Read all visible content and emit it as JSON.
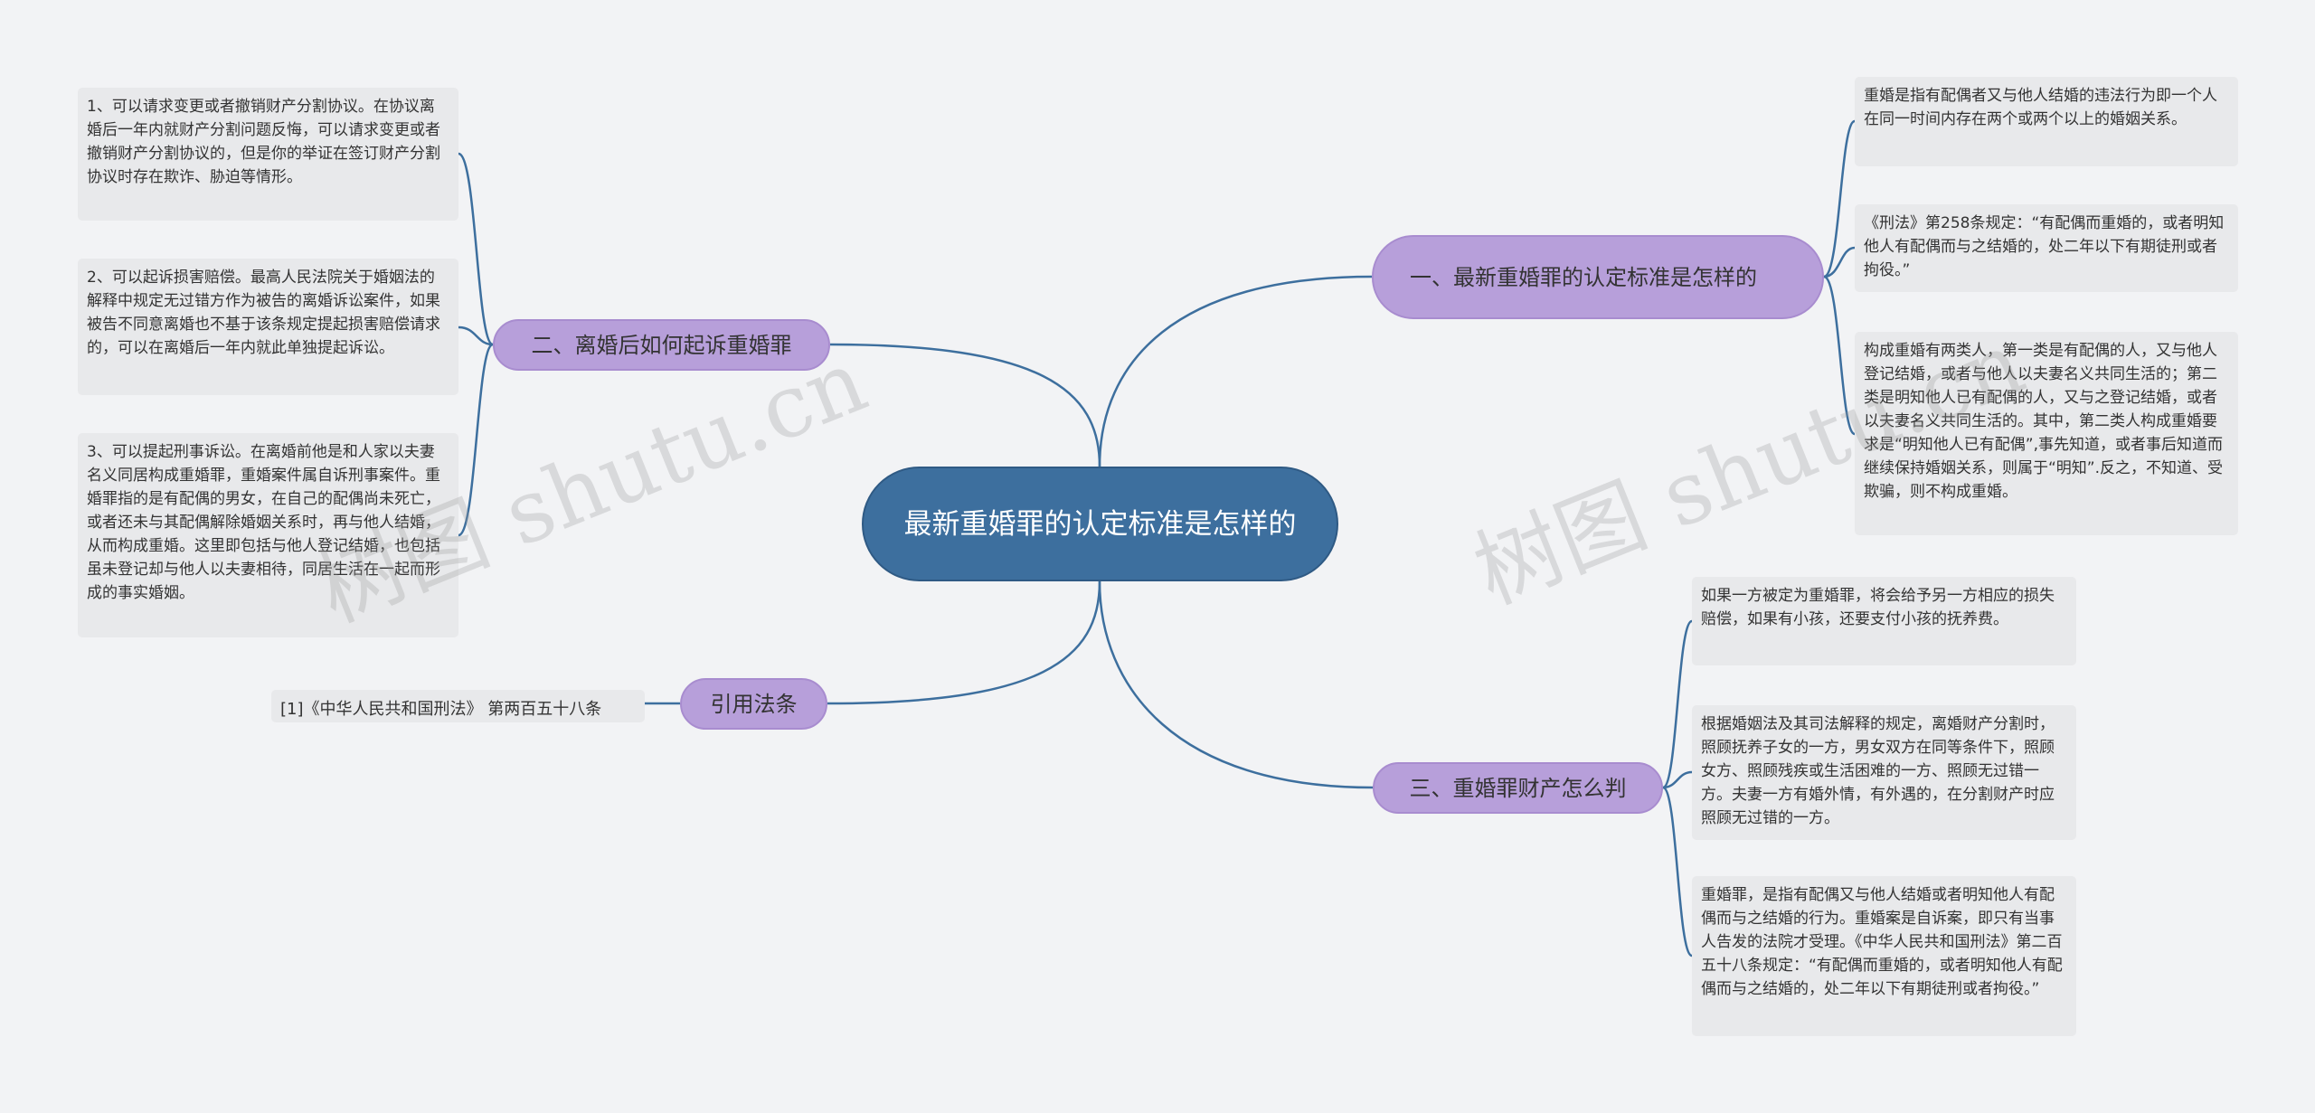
{
  "root": {
    "title": "最新重婚罪的认定标准是怎样的"
  },
  "branches": [
    {
      "label": "一、最新重婚罪的认定标准是怎样的",
      "leaves": [
        "重婚是指有配偶者又与他人结婚的违法行为即一个人在同一时间内存在两个或两个以上的婚姻关系。",
        "《刑法》第258条规定：“有配偶而重婚的，或者明知他人有配偶而与之结婚的，处二年以下有期徒刑或者拘役。”",
        "构成重婚有两类人，第一类是有配偶的人，又与他人登记结婚，或者与他人以夫妻名义共同生活的；第二类是明知他人已有配偶的人，又与之登记结婚，或者以夫妻名义共同生活的。其中，第二类人构成重婚要求是“明知他人已有配偶”,事先知道，或者事后知道而继续保持婚姻关系，则属于“明知”.反之，不知道、受欺骗，则不构成重婚。"
      ]
    },
    {
      "label": "二、离婚后如何起诉重婚罪",
      "leaves": [
        "1、可以请求变更或者撤销财产分割协议。在协议离婚后一年内就财产分割问题反悔，可以请求变更或者撤销财产分割协议的，但是你的举证在签订财产分割协议时存在欺诈、胁迫等情形。",
        "2、可以起诉损害赔偿。最高人民法院关于婚姻法的解释中规定无过错方作为被告的离婚诉讼案件，如果被告不同意离婚也不基于该条规定提起损害赔偿请求的，可以在离婚后一年内就此单独提起诉讼。",
        "3、可以提起刑事诉讼。在离婚前他是和人家以夫妻名义同居构成重婚罪，重婚案件属自诉刑事案件。重婚罪指的是有配偶的男女，在自己的配偶尚未死亡，或者还未与其配偶解除婚姻关系时，再与他人结婚，从而构成重婚。这里即包括与他人登记结婚，也包括虽未登记却与他人以夫妻相待，同居生活在一起而形成的事实婚姻。"
      ]
    },
    {
      "label": "引用法条",
      "leaves": [
        "[1]《中华人民共和国刑法》 第两百五十八条"
      ]
    },
    {
      "label": "三、重婚罪财产怎么判",
      "leaves": [
        "如果一方被定为重婚罪，将会给予另一方相应的损失赔偿，如果有小孩，还要支付小孩的抚养费。",
        "根据婚姻法及其司法解释的规定，离婚财产分割时，照顾抚养子女的一方，男女双方在同等条件下，照顾女方、照顾残疾或生活困难的一方、照顾无过错一方。夫妻一方有婚外情，有外遇的，在分割财产时应照顾无过错的一方。",
        "重婚罪，是指有配偶又与他人结婚或者明知他人有配偶而与之结婚的行为。重婚案是自诉案，即只有当事人告发的法院才受理。《中华人民共和国刑法》第二百五十八条规定：“有配偶而重婚的，或者明知他人有配偶而与之结婚的，处二年以下有期徒刑或者拘役。”"
      ]
    }
  ],
  "watermark": {
    "text": "树图 shutu.cn"
  },
  "colors": {
    "background": "#f2f3f5",
    "root_fill": "#3d6f9e",
    "branch_fill": "#b79fda",
    "leaf_fill": "#e8e9eb",
    "link": "#3d6f9e"
  }
}
